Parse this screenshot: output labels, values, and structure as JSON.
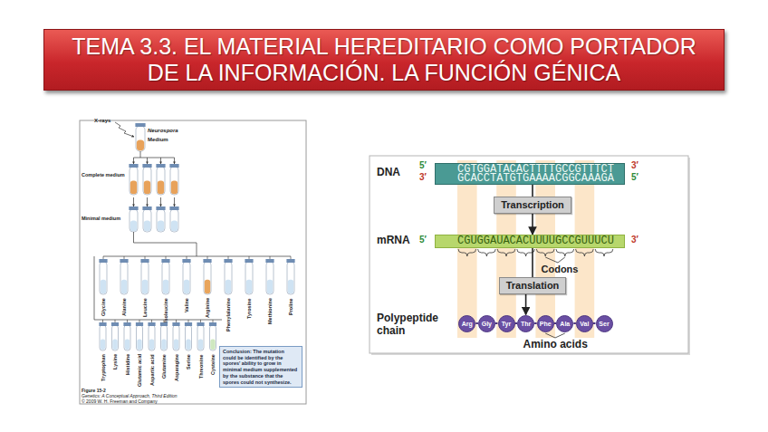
{
  "diagram": {
    "title": "TEMA 3.3. EL MATERIAL HEREDITARIO COMO PORTADOR DE LA INFORMACIÓN. LA FUNCIÓN GÉNICA",
    "nodes": [
      {
        "text": [
          "Conclusion: The mutation could be identified by the spores' ability to grow in minimal medium supplemented by the substance that the spores could not synthesize."
        ]
      },
      {
        "text": [
          "CGTGGATACACTTTTGCCGTTTCT",
          "GCACCTATGTGAAAACGGCAAAGA"
        ]
      },
      {
        "text": [
          "Transcription"
        ]
      },
      {
        "text": [
          "CGUGGAUACACUUUUGCCGUUUCU"
        ]
      },
      {
        "text": [
          "Translation"
        ]
      },
      {
        "text": [
          "Arg"
        ]
      },
      {
        "text": [
          "Gly"
        ]
      },
      {
        "text": [
          "Tyr"
        ]
      },
      {
        "text": [
          "Thr"
        ]
      },
      {
        "text": [
          "Phe"
        ]
      },
      {
        "text": [
          "Ala"
        ]
      },
      {
        "text": [
          "Val"
        ]
      },
      {
        "text": [
          "Ser"
        ]
      }
    ],
    "edges": [
      {
        "from": 1,
        "to": 2,
        "arrow": "none"
      },
      {
        "from": 2,
        "to": 3,
        "arrow": "to"
      },
      {
        "from": 3,
        "to": 4,
        "arrow": "none"
      },
      {
        "from": 4,
        "to": 8,
        "arrow": "to"
      },
      {
        "from": 5,
        "to": 6,
        "arrow": "none"
      },
      {
        "from": 6,
        "to": 7,
        "arrow": "none"
      },
      {
        "from": 7,
        "to": 8,
        "arrow": "none"
      },
      {
        "from": 8,
        "to": 9,
        "arrow": "none"
      },
      {
        "from": 9,
        "to": 10,
        "arrow": "none"
      },
      {
        "from": 10,
        "to": 11,
        "arrow": "none"
      },
      {
        "from": 11,
        "to": 12,
        "arrow": "none"
      }
    ],
    "labels": [
      "X-rays",
      "Neurospora",
      "Medium",
      "Complete medium",
      "Minimal medium",
      "Glycine",
      "Alanine",
      "Leucine",
      "Isoleucine",
      "Valine",
      "Arginine",
      "Phenylalanine",
      "Tyrosine",
      "Methionine",
      "Proline",
      "Tryptophan",
      "Lysine",
      "Histidine",
      "Glutamic acid",
      "Aspartic acid",
      "Glutamine",
      "Asparagine",
      "Serine",
      "Threonine",
      "Cysteine",
      "Figure 15-2",
      "Genetics: A Conceptual Approach, Third Edition",
      "© 2009 W. H. Freeman and Company",
      "DNA",
      "5′",
      "3′",
      "3′",
      "5′",
      "mRNA",
      "5′",
      "3′",
      "Codons",
      "Polypeptide chain",
      "Amino acids"
    ]
  }
}
